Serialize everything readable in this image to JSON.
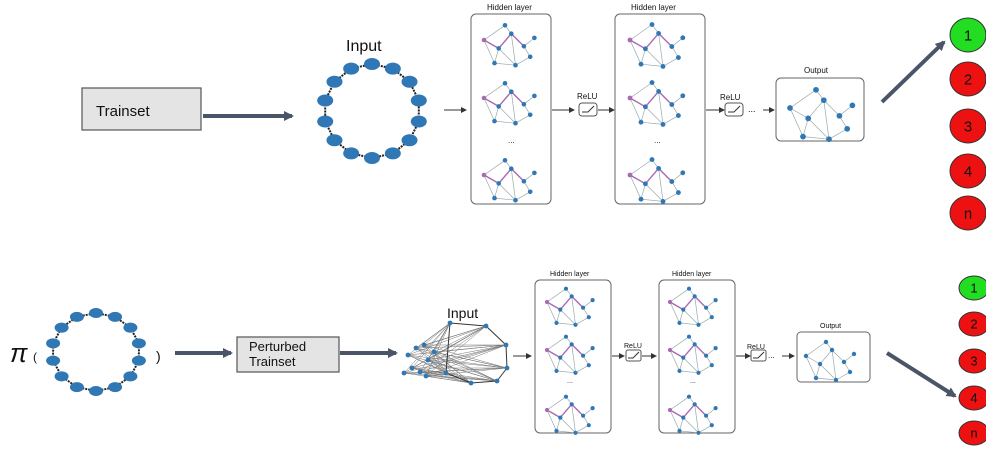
{
  "colors": {
    "node_blue": "#2f78b5",
    "arrow": "#4a5568",
    "box_fill": "#e4e4e4",
    "class_green": "#22dd22",
    "class_red": "#ee1111",
    "highlight_purple": "#a86ab0"
  },
  "top_row": {
    "trainset_label": "Trainset",
    "input_label": "Input",
    "hidden_layer_1": "Hidden layer",
    "hidden_layer_2": "Hidden layer",
    "relu_1": "ReLU",
    "relu_2": "ReLU",
    "output_label": "Output",
    "ellipsis": "...",
    "classes": [
      "1",
      "2",
      "3",
      "4",
      "n"
    ]
  },
  "bottom_row": {
    "pi_symbol": "π",
    "pi_open": "(",
    "pi_close": ")",
    "perturbed_line1": "Perturbed",
    "perturbed_line2": "Trainset",
    "input_label": "Input",
    "hidden_layer_1": "Hidden layer",
    "hidden_layer_2": "Hidden layer",
    "relu_1": "ReLU",
    "relu_2": "ReLU",
    "output_label": "Output",
    "ellipsis": "...",
    "classes": [
      "1",
      "2",
      "3",
      "4",
      "n"
    ]
  }
}
